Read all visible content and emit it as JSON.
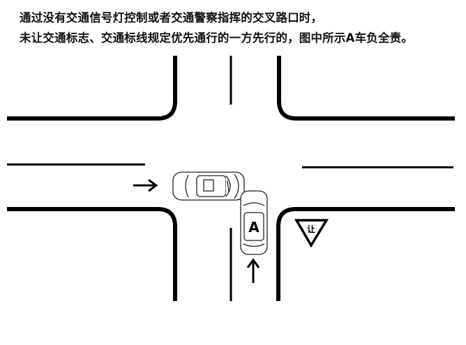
{
  "caption": {
    "line1": "通过没有交通信号灯控制或者交通警察指挥的交叉路口时，",
    "line2": "未让交通标志、交通标线规定优先通行的一方先行的，图中所示A车负全责。"
  },
  "car_a_label": "A",
  "yield_sign_text": "让",
  "colors": {
    "road_line": "#000000",
    "background": "#ffffff"
  }
}
